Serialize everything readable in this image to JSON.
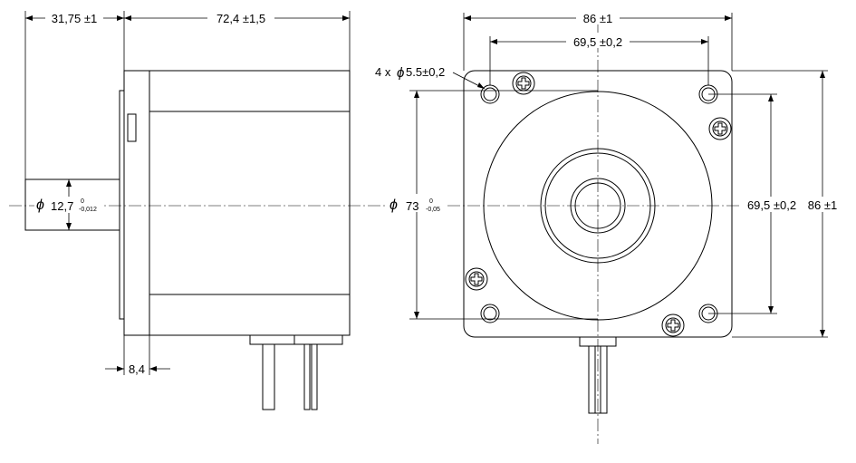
{
  "dimensions": {
    "shaft_length": "31,75 ±1",
    "body_length": "72,4 ±1,5",
    "flange_square": "86 ±1",
    "hole_spacing_horizontal": "69,5 ±0,2",
    "hole_spacing_vertical": "69,5 ±0,2",
    "height_right": "86 ±1",
    "mounting_holes": "4 x ",
    "hole_diameter": "5.5±0,2",
    "pilot_diameter_value": "73",
    "pilot_tol_upper": "0",
    "pilot_tol_lower": "-0,05",
    "shaft_diameter_value": "12,7",
    "shaft_tol_upper": "0",
    "shaft_tol_lower": "-0,012",
    "flange_thickness": "8,4",
    "diameter_symbol": "ϕ"
  }
}
